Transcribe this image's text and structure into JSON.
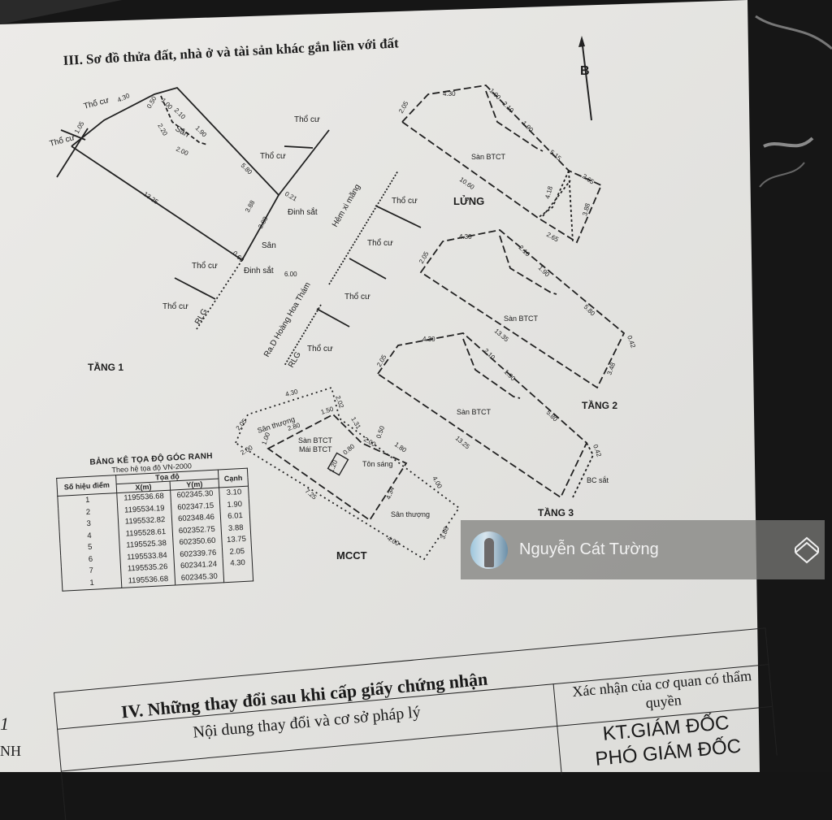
{
  "section3": {
    "title": "III. Sơ đồ thửa đất, nhà ở và tài sản khác gắn liền với đất",
    "north_label": "B"
  },
  "tang1": {
    "label": "TẦNG 1",
    "tho_cu": "Thổ cư",
    "san": "Sân",
    "dinh_sat": "Đinh sắt",
    "ham": "Hẻm xi măng",
    "road": "Ra.D Hoàng Hoa Thám",
    "rlg": "RLG",
    "dims": {
      "d430": "4.30",
      "d105": "1.05",
      "d100": "1.00",
      "d050": "0.50",
      "d210": "2.10",
      "d220": "2.20",
      "d190": "1.90",
      "d200": "2.00",
      "d580": "5.80",
      "d1325": "13.25",
      "d021": "0.21",
      "d388": "3.88",
      "d060": "0.60",
      "d600": "6.00"
    }
  },
  "lung": {
    "label": "LỬNG",
    "area": "Sàn BTCT",
    "dims": {
      "d205": "2.05",
      "d430": "4.30",
      "d100": "1.00",
      "d210": "2.10",
      "d190": "1.90",
      "d1060": "10.60",
      "d515": "5.15",
      "d265": "2.65",
      "d418": "4.18",
      "d388": "3.88",
      "d265b": "2.65"
    }
  },
  "tang2": {
    "label": "TẦNG 2",
    "area": "Sàn BTCT",
    "dims": {
      "d205": "2.05",
      "d430": "4.30",
      "d210": "2.10",
      "d190": "1.90",
      "d580": "5.80",
      "d1335": "13.35",
      "d348": "3.48",
      "d042": "0.42"
    }
  },
  "tang3": {
    "label": "TẦNG 3",
    "area": "Sàn BTCT",
    "bc": "BC sắt",
    "dims": {
      "d205": "2.05",
      "d430": "4.30",
      "d210": "2.10",
      "d190": "1.90",
      "d580": "5.80",
      "d1325": "13.25",
      "d042": "0.42"
    }
  },
  "mcct": {
    "label": "MCCT",
    "san_thuong": "Sân thượng",
    "san_btct": "Sàn BTCT",
    "mai_btct": "Mái BTCT",
    "ton_sang": "Tôn sáng",
    "dims": {
      "d205": "2.05",
      "d430": "4.30",
      "d202": "2.02",
      "d150": "1.50",
      "d280": "2.80",
      "d100": "1.00",
      "d200": "2.00",
      "d131": "1.31",
      "d200b": "2.00",
      "d050": "0.50",
      "d180": "1.80",
      "d400": "4.00",
      "d725": "7.25",
      "d434": "4.34",
      "d400b": "4.00",
      "d388": "3.88",
      "d120": "1.20",
      "d080": "0.80"
    }
  },
  "coord_table": {
    "caption": "BẢNG KÊ TỌA ĐỘ GÓC RANH",
    "subcaption": "Theo hệ tọa độ VN-2000",
    "headers": {
      "point": "Số hiệu điểm",
      "coord": "Tọa độ",
      "x": "X(m)",
      "y": "Y(m)",
      "edge": "Cạnh"
    },
    "rows": [
      {
        "point": "1",
        "x": "1195536.68",
        "y": "602345.30",
        "edge": "3.10"
      },
      {
        "point": "2",
        "x": "1195534.19",
        "y": "602347.15",
        "edge": "1.90"
      },
      {
        "point": "3",
        "x": "1195532.82",
        "y": "602348.46",
        "edge": "6.01"
      },
      {
        "point": "4",
        "x": "1195528.61",
        "y": "602352.75",
        "edge": "3.88"
      },
      {
        "point": "5",
        "x": "1195525.38",
        "y": "602350.60",
        "edge": "13.75"
      },
      {
        "point": "6",
        "x": "1195533.84",
        "y": "602339.76",
        "edge": "2.05"
      },
      {
        "point": "7",
        "x": "1195535.26",
        "y": "602341.24",
        "edge": "4.30"
      },
      {
        "point": "1",
        "x": "1195536.68",
        "y": "602345.30",
        "edge": ""
      }
    ]
  },
  "watermark": {
    "name": "Nguyễn Cát Tường"
  },
  "section4": {
    "title": "IV. Những thay đổi sau khi cấp giấy chứng nhận",
    "col_content": "Nội dung thay đổi và cơ sở pháp lý",
    "col_confirm": "Xác nhận của cơ quan có thẩm quyền",
    "sign_line1": "KT.GIÁM ĐỐC",
    "sign_line2": "PHÓ GIÁM ĐỐC"
  },
  "margin": {
    "a": "1",
    "b": "NH"
  }
}
